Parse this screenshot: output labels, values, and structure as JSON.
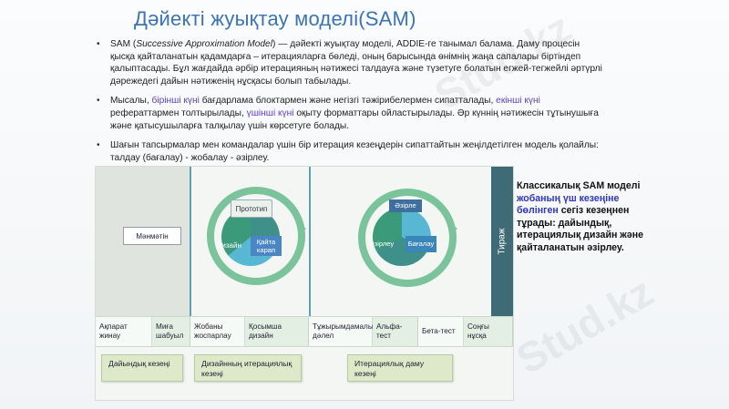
{
  "slide": {
    "title": "Дәйекті жуықтау моделі(SAM)",
    "bullets": [
      {
        "a": "SAM (",
        "b": "Successive Approximation Model",
        "c": ") — дәйекті жуықтау моделі, ADDIE-ге танымал балама. Даму процесін қысқа қайталанатын қадамдарға – итерацияларға бөледі, оның барысында өнімнің жаңа сапалары біртіндеп қалыптасады. Бұл жағдайда әрбір итерацияның нәтижесі талдауға және түзетуге болатын егжей-тегжейлі әртүрлі дәрежедегі дайын нәтиженің нұсқасы болып табылады."
      },
      {
        "a": "Мысалы, ",
        "b": "бірінші күні",
        "c": " бағдарлама блоктармен және негізгі тәжірибелермен сипатталады, ",
        "d": "екінші күні",
        "e": " рефераттармен толтырылады, ",
        "f": "үшінші күні",
        "g": " оқыту форматтары ойластырылады. Әр күннің нәтижесін тұтынушыға және қатысушыларға талқылау үшін көрсетуге болады."
      },
      {
        "a": "Шағын тапсырмалар мен командалар үшін бір итерация кезеңдерін сипаттайтын жеңілдетілген модель қолайлы: талдау (бағалау) - жобалау - әзірлеу."
      }
    ],
    "caption": {
      "part1": "Классикалық SAM моделі ",
      "part2": "жобаның үш кезеңіне бөлінген",
      "part3": " сегіз кезеңнен тұрады: дайындық, итерациялық дизайн және қайталанатын әзірлеу."
    },
    "watermark": "Stud.kz"
  },
  "diagram": {
    "prototype": "Прототип",
    "redesign": "Қайта карап",
    "design": "Дизайн",
    "develop": "Әзірле",
    "develop_l": "Әзірлеу",
    "evaluate": "Бағалау",
    "context": "Мәнмәтін",
    "rollout": "Тираж",
    "steps": [
      "Ақпарат жинау",
      "Миға шабуыл",
      "Жобаны жоспарлау",
      "Қосымша дизайн",
      "Тұжырымдамалық дәлел",
      "Альфа-тест",
      "Бета-тест",
      "Соңғы нұсқа"
    ],
    "phases": [
      "Дайындық кезеңі",
      "Дизайнның итерациялық кезеңі",
      "Итерациялық даму кезеңі"
    ]
  }
}
